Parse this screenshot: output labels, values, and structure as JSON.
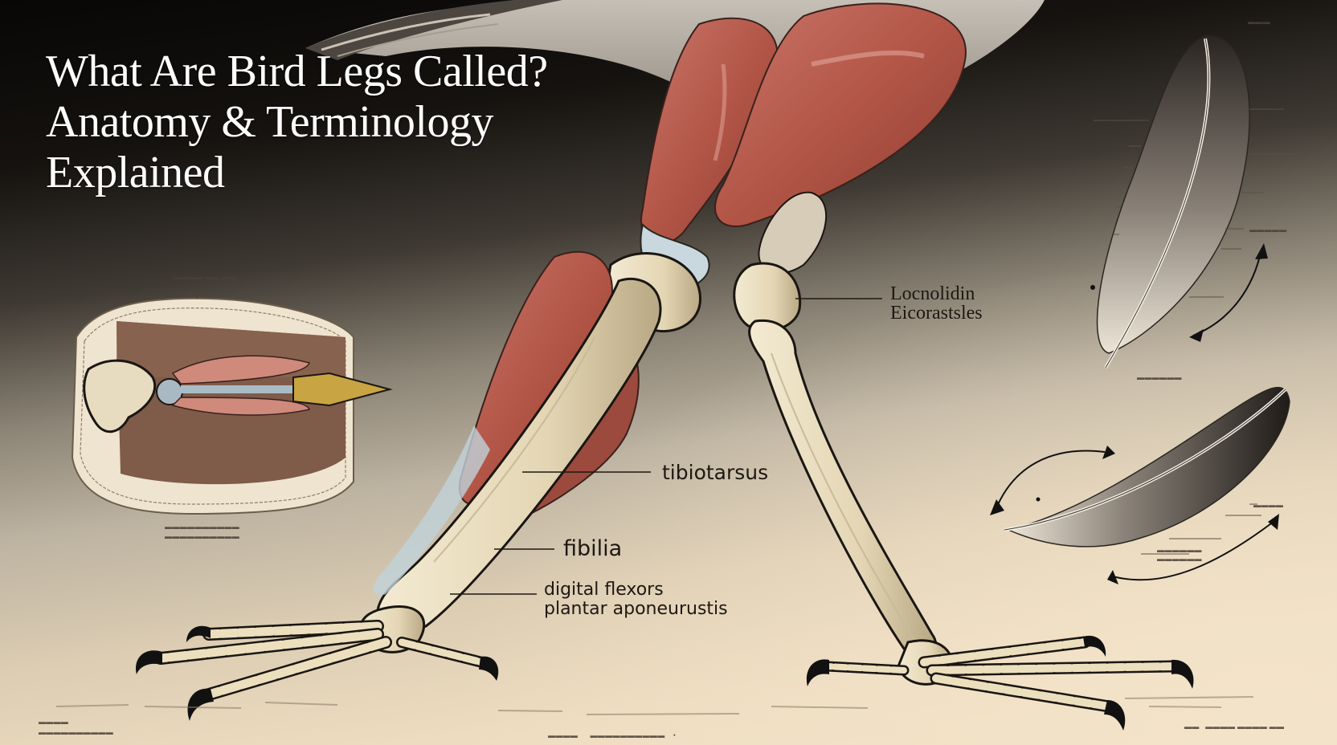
{
  "poster": {
    "title_lines": [
      "What Are Bird Legs Called?",
      "Anatomy & Terminology",
      "Explained"
    ],
    "colors": {
      "title_text": "#ffffff",
      "background_dark": "#0b0908",
      "background_parchment": "#eddcc0",
      "muscle": "#b85a4c",
      "bone": "#e8dcbc",
      "tendon": "#bfd0d8",
      "beak": "#c9a443",
      "label_text": "#1d1812"
    }
  },
  "labels": {
    "knee_joint": [
      "Locnolidin",
      "Eicorastsles"
    ],
    "tibiotarsus": "tibiotarsus",
    "fibula": "fibilia",
    "foot": [
      "digital flexors",
      "plantar aponeurustis"
    ]
  },
  "inset_diagram": {
    "subject": "cross-section of beak and jaw muscles",
    "top_caption": "illegible",
    "bottom_caption_lines": 2
  },
  "feather_diagrams": [
    {
      "subject": "contour feather (vertical)",
      "callouts": 12,
      "arrow": "curved double-headed arrow"
    },
    {
      "subject": "flight feather (horizontal)",
      "callouts": 4,
      "arrows": 2
    }
  ],
  "illustration": {
    "subject": "bird leg anatomy — thigh muscles, tibiotarsus, tarsometatarsus, toes with claws",
    "legs": 2
  },
  "footer_captions": {
    "left_lines": 2,
    "center_lines": 1,
    "right_lines": 1
  }
}
